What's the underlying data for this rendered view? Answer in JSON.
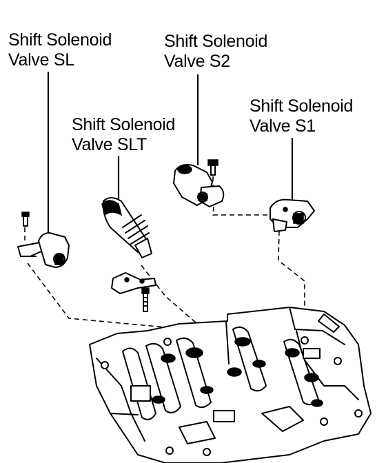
{
  "labels": {
    "sl": {
      "line1": "Shift Solenoid",
      "line2": "Valve SL"
    },
    "s2": {
      "line1": "Shift Solenoid",
      "line2": "Valve S2"
    },
    "slt": {
      "line1": "Shift Solenoid",
      "line2": "Valve SLT"
    },
    "s1": {
      "line1": "Shift Solenoid",
      "line2": "Valve S1"
    }
  },
  "colors": {
    "ink": "#000000",
    "paper": "#ffffff"
  }
}
